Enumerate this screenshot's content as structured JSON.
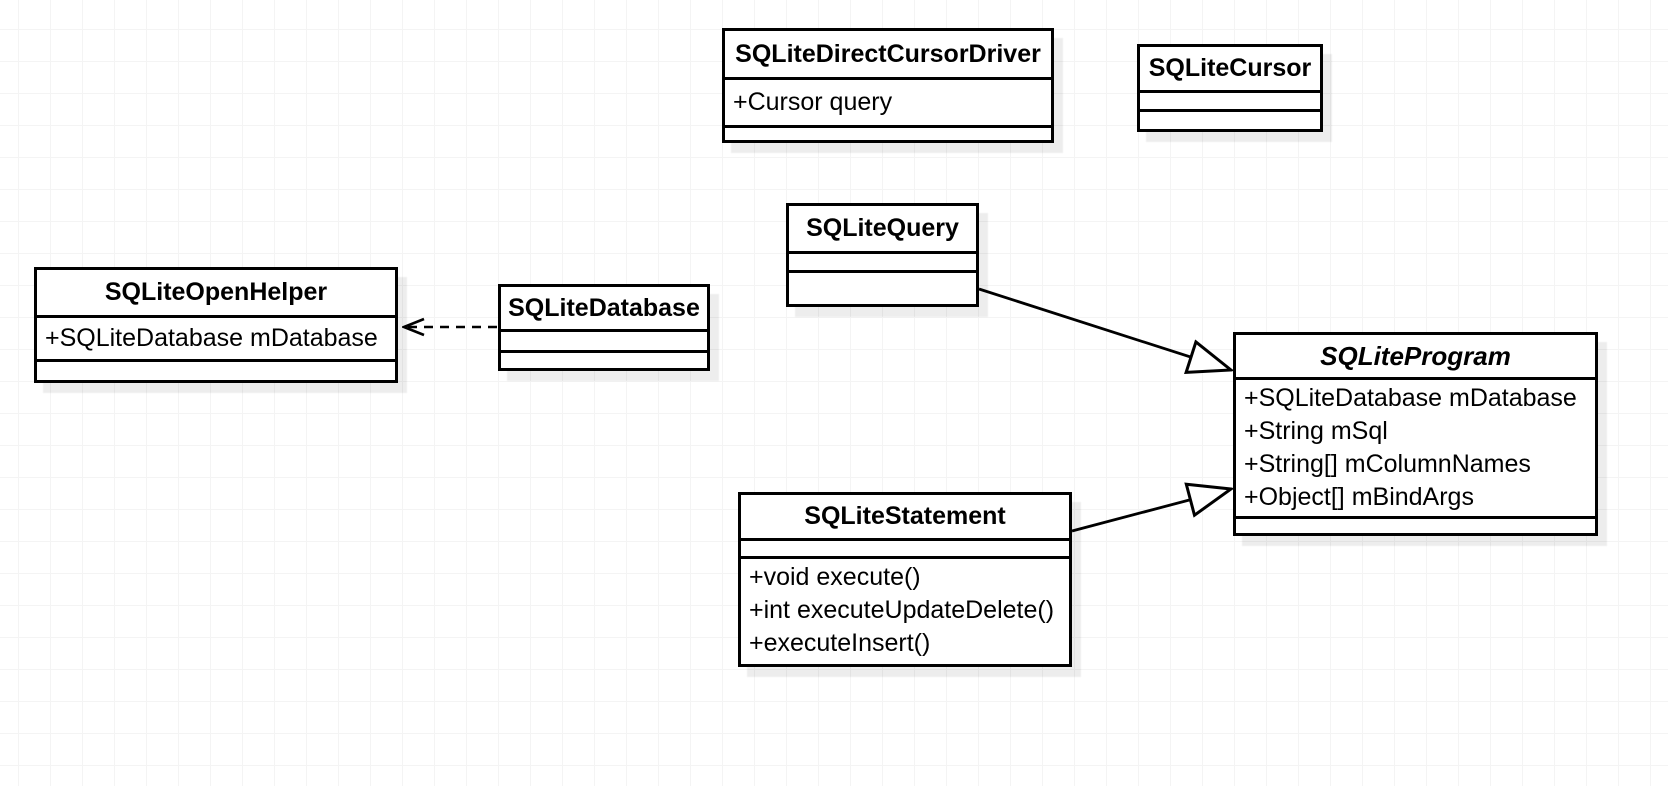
{
  "diagram_type": "uml-class-diagram",
  "colors": {
    "box_fill": "#ffffff",
    "box_border": "#000000",
    "shadow": "#e9e9e9",
    "grid_line": "#f4f4f4",
    "canvas_background": "#ffffff"
  },
  "classes": {
    "direct_cursor_driver": {
      "name": "SQLiteDirectCursorDriver",
      "attributes": [
        "+Cursor query"
      ],
      "methods": []
    },
    "cursor": {
      "name": "SQLiteCursor",
      "attributes": [],
      "methods": []
    },
    "query": {
      "name": "SQLiteQuery",
      "attributes": [],
      "methods": []
    },
    "open_helper": {
      "name": "SQLiteOpenHelper",
      "attributes": [
        "+SQLiteDatabase mDatabase"
      ],
      "methods": []
    },
    "database": {
      "name": "SQLiteDatabase",
      "attributes": [],
      "methods": []
    },
    "program": {
      "name": "SQLiteProgram",
      "abstract": true,
      "attributes": [
        "+SQLiteDatabase mDatabase",
        "+String mSql",
        "+String[] mColumnNames",
        "+Object[] mBindArgs"
      ],
      "methods": []
    },
    "statement": {
      "name": "SQLiteStatement",
      "attributes": [],
      "methods": [
        "+void execute()",
        "+int executeUpdateDelete()",
        "+executeInsert()"
      ]
    }
  },
  "relationships": [
    {
      "from": "SQLiteDatabase",
      "to": "SQLiteOpenHelper",
      "type": "dependency",
      "line": "dashed",
      "arrowhead": "open"
    },
    {
      "from": "SQLiteQuery",
      "to": "SQLiteProgram",
      "type": "generalization",
      "line": "solid",
      "arrowhead": "hollow-triangle"
    },
    {
      "from": "SQLiteStatement",
      "to": "SQLiteProgram",
      "type": "generalization",
      "line": "solid",
      "arrowhead": "hollow-triangle"
    }
  ]
}
